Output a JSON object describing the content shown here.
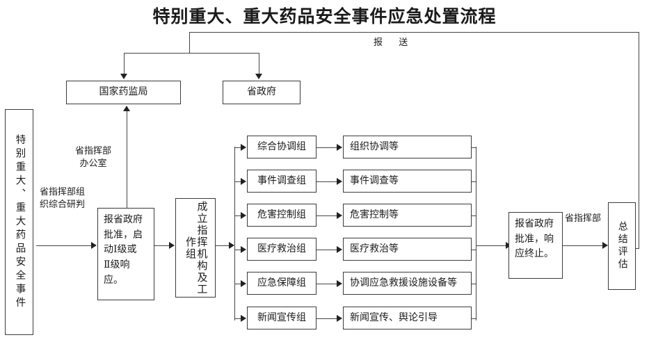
{
  "title": "特别重大、重大药品安全事件应急处置流程",
  "labels": {
    "report": "报 送",
    "provincial_command_office": [
      "省指挥部",
      "办公室"
    ],
    "provincial_command_research": [
      "省指挥部组",
      "织综合研判"
    ],
    "provincial_command": "省指挥部"
  },
  "nodes": {
    "incident": "特别重大、重大药品安全事件",
    "nmpa": "国家药监局",
    "provincial_government": "省政府",
    "approve_start": [
      "报省政府",
      "批准，启",
      "动Ⅰ级或",
      "Ⅱ级响",
      "应。"
    ],
    "establish_command": "成立指挥机构及工作组",
    "approve_end": [
      "报省政府",
      "批准，响",
      "应终止。"
    ],
    "summary_eval": "总结评估"
  },
  "groups": [
    {
      "group": "综合协调组",
      "task": "组织协调等"
    },
    {
      "group": "事件调查组",
      "task": "事件调查等"
    },
    {
      "group": "危害控制组",
      "task": "危害控制等"
    },
    {
      "group": "医疗救治组",
      "task": "医疗救治等"
    },
    {
      "group": "应急保障组",
      "task": "协调应急救援设施设备等"
    },
    {
      "group": "新闻宣传组",
      "task": "新闻宣传、舆论引导"
    }
  ],
  "colors": {
    "line": "#444444",
    "text": "#1a1a1a",
    "background": "#ffffff"
  }
}
